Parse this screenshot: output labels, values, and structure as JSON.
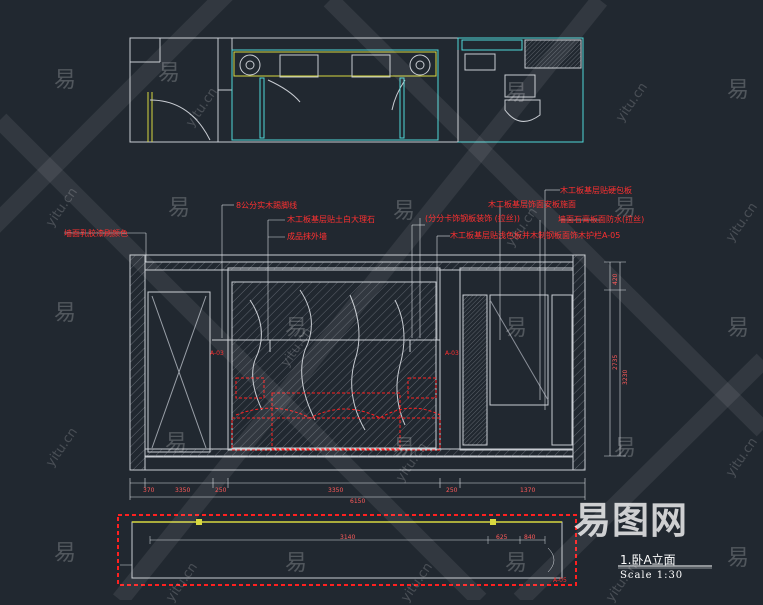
{
  "annotations": [
    {
      "id": "a1",
      "text": "墙面乳胶漆刷颜色"
    },
    {
      "id": "a2",
      "text": "8公分实木踢脚线"
    },
    {
      "id": "a3",
      "text": "木工板基层贴土白大理石"
    },
    {
      "id": "a4",
      "text": "成品抹外墙"
    },
    {
      "id": "a5",
      "text": "木工板基层贴硬包板"
    },
    {
      "id": "a6",
      "text": "木工板基层饰面安板施面"
    },
    {
      "id": "a7",
      "text": "(分分卡饰钢板装饰 (拉丝))"
    },
    {
      "id": "a8",
      "text": "墙面石膏板面防水(拉丝)"
    },
    {
      "id": "a9",
      "text": "木工板基层贴浅色板并木制钢板面饰木护栏A-05"
    }
  ],
  "dimensions": {
    "horizontal": [
      "370",
      "3350",
      "250",
      "3350",
      "250",
      "1370"
    ],
    "overall": "6150",
    "vertical": [
      "420",
      "2735",
      "3230"
    ],
    "plan_inner": [
      "3140",
      "625",
      "840"
    ],
    "markers": [
      "A-03",
      "A-03",
      "A-05"
    ]
  },
  "title_block": {
    "name": "1.卧A立面",
    "scale": "Scale   1:30"
  },
  "watermark": {
    "logo": "易图网",
    "char": "易",
    "url": "yitu.cn"
  }
}
